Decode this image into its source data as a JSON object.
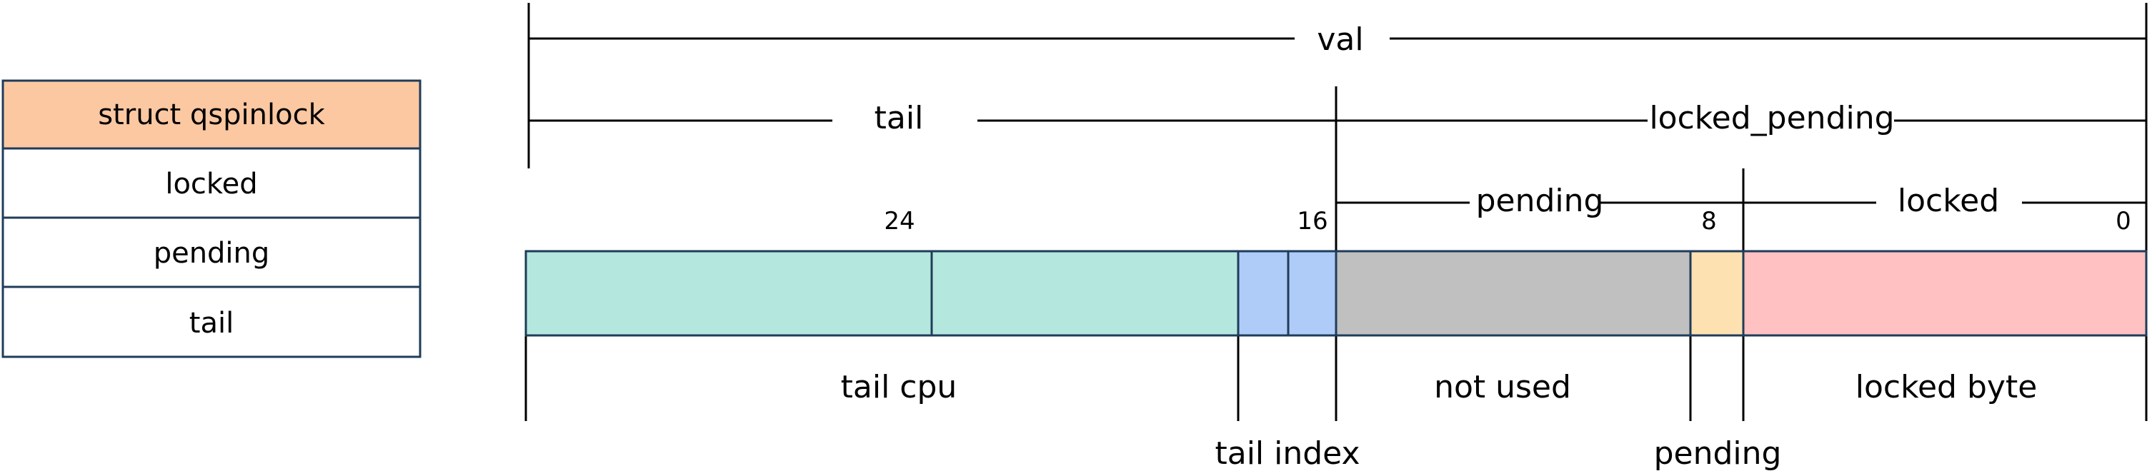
{
  "struct": {
    "header": "struct qspinlock",
    "fields": [
      "locked",
      "pending",
      "tail"
    ]
  },
  "dimensions": {
    "val": "val",
    "tail": "tail",
    "locked_pending": "locked_pending",
    "pending": "pending",
    "locked": "locked"
  },
  "bit_numbers": {
    "b24": "24",
    "b16": "16",
    "b8": "8",
    "b0": "0"
  },
  "regions": {
    "tail_cpu": "tail cpu",
    "tail_index": "tail index",
    "not_used": "not used",
    "pending": "pending",
    "locked_byte": "locked byte"
  },
  "colors": {
    "struct_header_fill": "#fbc8a1",
    "border": "#1f3c5a",
    "tail_cpu": "#b4e8de",
    "tail_index": "#afcbf8",
    "not_used": "#c0c0c0",
    "pending": "#fde1b0",
    "locked_byte": "#ffc1c1"
  }
}
